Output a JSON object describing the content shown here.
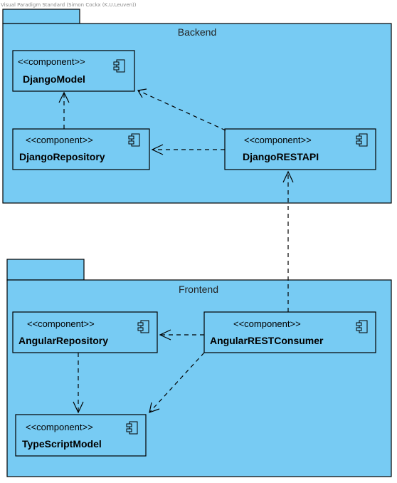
{
  "watermark": "Visual Paradigm Standard (Simon Cockx (K.U.Leuven))",
  "packages": [
    {
      "id": "backend",
      "name": "Backend"
    },
    {
      "id": "frontend",
      "name": "Frontend"
    }
  ],
  "components": [
    {
      "id": "django-model",
      "stereotype": "<<component>>",
      "name": "DjangoModel"
    },
    {
      "id": "django-repository",
      "stereotype": "<<component>>",
      "name": "DjangoRepository"
    },
    {
      "id": "django-rest-api",
      "stereotype": "<<component>>",
      "name": "DjangoRESTAPI"
    },
    {
      "id": "angular-repository",
      "stereotype": "<<component>>",
      "name": "AngularRepository"
    },
    {
      "id": "angular-rest-consumer",
      "stereotype": "<<component>>",
      "name": "AngularRESTConsumer"
    },
    {
      "id": "typescript-model",
      "stereotype": "<<component>>",
      "name": "TypeScriptModel"
    }
  ],
  "dependencies": [
    {
      "from": "django-repository",
      "to": "django-model"
    },
    {
      "from": "django-rest-api",
      "to": "django-model"
    },
    {
      "from": "django-rest-api",
      "to": "django-repository"
    },
    {
      "from": "angular-rest-consumer",
      "to": "django-rest-api"
    },
    {
      "from": "angular-rest-consumer",
      "to": "angular-repository"
    },
    {
      "from": "angular-repository",
      "to": "typescript-model"
    },
    {
      "from": "angular-rest-consumer",
      "to": "typescript-model"
    }
  ]
}
